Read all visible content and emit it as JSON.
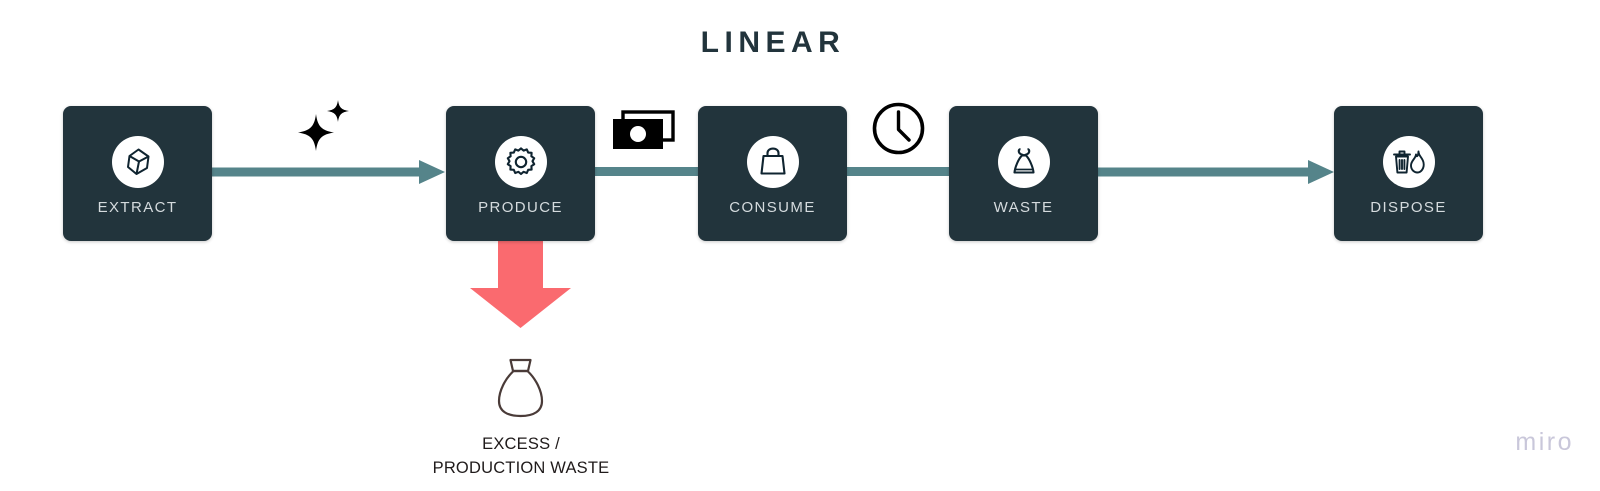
{
  "title": "LINEAR",
  "nodes": [
    {
      "id": "extract",
      "label": "EXTRACT",
      "icon": "gem-icon"
    },
    {
      "id": "produce",
      "label": "PRODUCE",
      "icon": "gear-icon"
    },
    {
      "id": "consume",
      "label": "CONSUME",
      "icon": "shopping-bag-icon"
    },
    {
      "id": "waste",
      "label": "WASTE",
      "icon": "trash-sack-icon"
    },
    {
      "id": "dispose",
      "label": "DISPOSE",
      "icon": "trash-can-flame-icon"
    }
  ],
  "connectors": [
    {
      "id": "conn-1",
      "from": "extract",
      "to": "produce",
      "arrowhead": true
    },
    {
      "id": "conn-2",
      "from": "produce",
      "to": "consume",
      "arrowhead": false
    },
    {
      "id": "conn-3",
      "from": "consume",
      "to": "waste",
      "arrowhead": false
    },
    {
      "id": "conn-4",
      "from": "waste",
      "to": "dispose",
      "arrowhead": true
    }
  ],
  "decorations": [
    {
      "id": "deco-sparkle",
      "icon": "sparkle-icon",
      "between": "extract-produce"
    },
    {
      "id": "deco-money",
      "icon": "banknotes-icon",
      "between": "produce-consume"
    },
    {
      "id": "deco-clock",
      "icon": "clock-icon",
      "between": "consume-waste"
    }
  ],
  "waste_branch": {
    "source": "produce",
    "arrow_icon": "down-arrow-icon",
    "sack_icon": "sack-icon",
    "caption_line1": "EXCESS /",
    "caption_line2": "PRODUCTION WASTE"
  },
  "watermark": "miro",
  "colors": {
    "background": "#ffffff",
    "node_fill": "#22343c",
    "node_label": "#d5dbde",
    "title": "#22343c",
    "connector": "#55848a",
    "waste_arrow": "#fa6a6f",
    "sack_outline": "#4a3b38",
    "caption_text": "#201b1b",
    "watermark": "#c9c7da",
    "icon_circle": "#ffffff",
    "icon_stroke": "#0f2430"
  }
}
